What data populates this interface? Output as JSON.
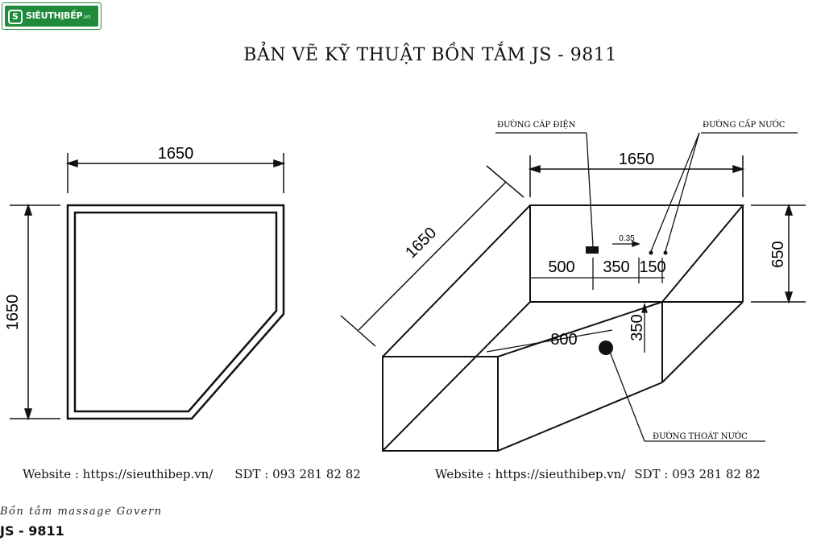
{
  "logo": {
    "text": "SIÊUTHỊBẾP",
    "suffix": ".vn",
    "mark": "S"
  },
  "title": "BẢN VẼ KỸ THUẬT BỒN TẮM JS - 9811",
  "top_view": {
    "dim_width": "1650",
    "dim_height": "1650"
  },
  "iso_view": {
    "dim_top": "1650",
    "dim_diagonal": "1650",
    "dim_height": "650",
    "dim_500": "500",
    "dim_350": "350",
    "dim_150": "150",
    "dim_035": "0.35",
    "dim_vertical_350": "350",
    "dim_800": "800",
    "label_electric": "ĐƯỜNG CÁP ĐIỆN",
    "label_water_supply": "ĐƯỜNG CẤP NƯỚC",
    "label_drain": "ĐƯỜNG THOÁT NƯỚC"
  },
  "footer": {
    "website_1": "Website : https://sieuthibep.vn/",
    "phone_1": "SDT : 093 281 82 82",
    "website_2": "Website : https://sieuthibep.vn/",
    "phone_2": "SDT : 093 281 82 82"
  },
  "product": {
    "name": "Bồn tắm massage Govern",
    "code": "JS - 9811"
  }
}
